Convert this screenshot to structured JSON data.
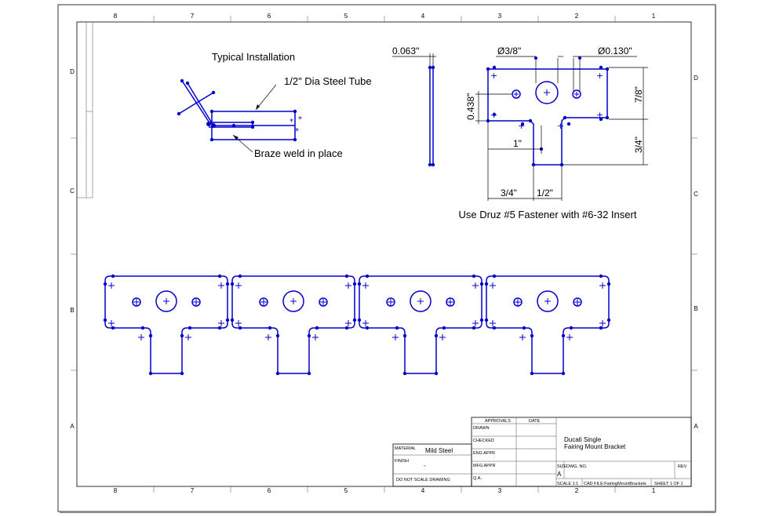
{
  "zones": {
    "columns": [
      "8",
      "7",
      "6",
      "5",
      "4",
      "3",
      "2",
      "1"
    ],
    "rows_left": [
      "D",
      "C",
      "B",
      "A"
    ],
    "rows_right": [
      "D",
      "C",
      "B",
      "A"
    ]
  },
  "notes": {
    "typical_installation": "Typical Installation",
    "tube": "1/2\" Dia Steel Tube",
    "braze": "Braze weld in place",
    "fastener": "Use Druz #5 Fastener with #6-32 Insert"
  },
  "dimensions": {
    "thickness": "0.063\"",
    "hole_large": "Ø3/8\"",
    "hole_small": "Ø0.130\"",
    "height_top": "7/8\"",
    "height_bottom": "3/4\"",
    "hole_offset": "0.438\"",
    "width_1": "1\"",
    "width_3_4": "3/4\"",
    "width_1_2": "1/2\""
  },
  "title_block": {
    "approvals": "APPROVALS",
    "date": "DATE",
    "drawn": "DRAWN",
    "checked": "CHECKED",
    "eng_appr": "ENG APPR",
    "mfg_appr": "MFG APPR",
    "qa": "Q.A.",
    "material_label": "MATERIAL",
    "material_value": "Mild Steel",
    "finish_label": "FINISH",
    "finish_value": "-",
    "no_scale": "DO NOT SCALE DRAWING",
    "title_line1": "Ducati Single",
    "title_line2": "Fairing Mount Bracket",
    "size_label": "SIZE",
    "size_value": "A",
    "dwg_no": "DWG. NO.",
    "rev": "REV",
    "scale": "SCALE 1:1",
    "cad_file": "CAD FILE:FairingMountBrackets",
    "sheet": "SHEET 1 OF 1"
  }
}
